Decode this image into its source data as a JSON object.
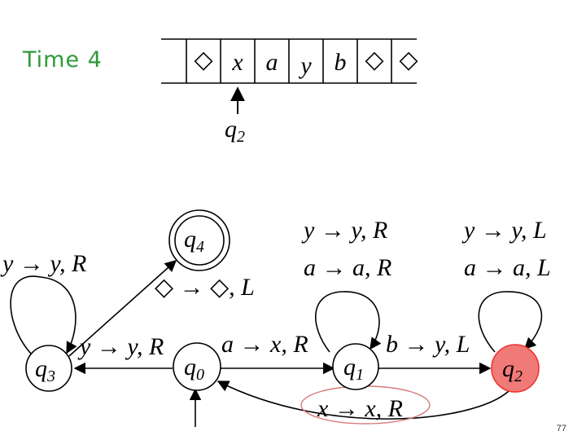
{
  "title": "Time 4",
  "page_number": "77",
  "highlight_color": "#f07a78",
  "title_color": "#2e9a3a",
  "tape": {
    "cells": [
      "",
      "◇",
      "x",
      "a",
      "y",
      "b",
      "◇",
      "◇"
    ],
    "head_state": {
      "base": "q",
      "sub": "2"
    }
  },
  "states": {
    "q0": {
      "base": "q",
      "sub": "0"
    },
    "q1": {
      "base": "q",
      "sub": "1"
    },
    "q2": {
      "base": "q",
      "sub": "2"
    },
    "q3": {
      "base": "q",
      "sub": "3"
    },
    "q4": {
      "base": "q",
      "sub": "4"
    }
  },
  "transitions": {
    "q3_loop": "y → y, R",
    "q0_q4": "◇ → ◇, L",
    "q0_q3": "y → y, R",
    "q0_q1": "a → x, R",
    "q1_loop_1": "y → y, R",
    "q1_loop_2": "a → a, R",
    "q1_q2": "b → y, L",
    "q2_loop_1": "y → y, L",
    "q2_loop_2": "a → a, L",
    "q2_q0": "x → x, R"
  }
}
